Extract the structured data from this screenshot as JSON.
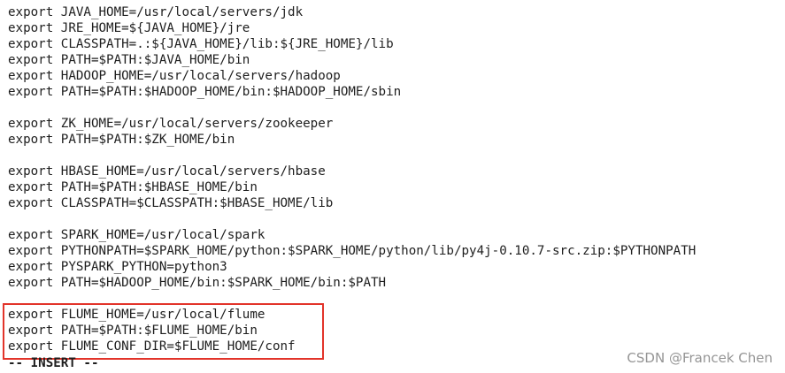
{
  "editor": {
    "lines": [
      "export JAVA_HOME=/usr/local/servers/jdk",
      "export JRE_HOME=${JAVA_HOME}/jre",
      "export CLASSPATH=.:${JAVA_HOME}/lib:${JRE_HOME}/lib",
      "export PATH=$PATH:$JAVA_HOME/bin",
      "export HADOOP_HOME=/usr/local/servers/hadoop",
      "export PATH=$PATH:$HADOOP_HOME/bin:$HADOOP_HOME/sbin",
      "",
      "export ZK_HOME=/usr/local/servers/zookeeper",
      "export PATH=$PATH:$ZK_HOME/bin",
      "",
      "export HBASE_HOME=/usr/local/servers/hbase",
      "export PATH=$PATH:$HBASE_HOME/bin",
      "export CLASSPATH=$CLASSPATH:$HBASE_HOME/lib",
      "",
      "export SPARK_HOME=/usr/local/spark",
      "export PYTHONPATH=$SPARK_HOME/python:$SPARK_HOME/python/lib/py4j-0.10.7-src.zip:$PYTHONPATH",
      "export PYSPARK_PYTHON=python3",
      "export PATH=$HADOOP_HOME/bin:$SPARK_HOME/bin:$PATH",
      "",
      "export FLUME_HOME=/usr/local/flume",
      "export PATH=$PATH:$FLUME_HOME/bin",
      "export FLUME_CONF_DIR=$FLUME_HOME/conf"
    ],
    "mode_text": "-- INSERT --",
    "highlight_color": "#e2342a"
  },
  "watermark": {
    "text": "CSDN @Francek Chen"
  }
}
